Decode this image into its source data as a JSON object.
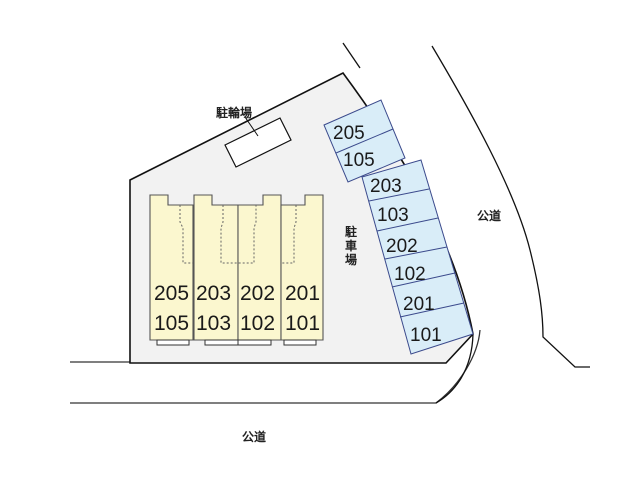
{
  "diagram": {
    "type": "site-plan",
    "colors": {
      "site_fill": "#f2f2f2",
      "building_fill": "#fbf7cf",
      "parking_fill": "#d9edf8",
      "parking_stroke": "#3b4a8c",
      "outline": "#111111"
    },
    "labels": {
      "bicycle_parking": "駐輪場",
      "parking_lot_1": "駐",
      "parking_lot_2": "車",
      "parking_lot_3": "場",
      "public_road_right": "公道",
      "public_road_bottom": "公道"
    },
    "building_units": [
      {
        "upper": "205",
        "lower": "105"
      },
      {
        "upper": "203",
        "lower": "103"
      },
      {
        "upper": "202",
        "lower": "102"
      },
      {
        "upper": "201",
        "lower": "101"
      }
    ],
    "parking_spaces_group_a": [
      "205",
      "105"
    ],
    "parking_spaces_group_b": [
      "203",
      "103",
      "202",
      "102",
      "201",
      "101"
    ]
  }
}
